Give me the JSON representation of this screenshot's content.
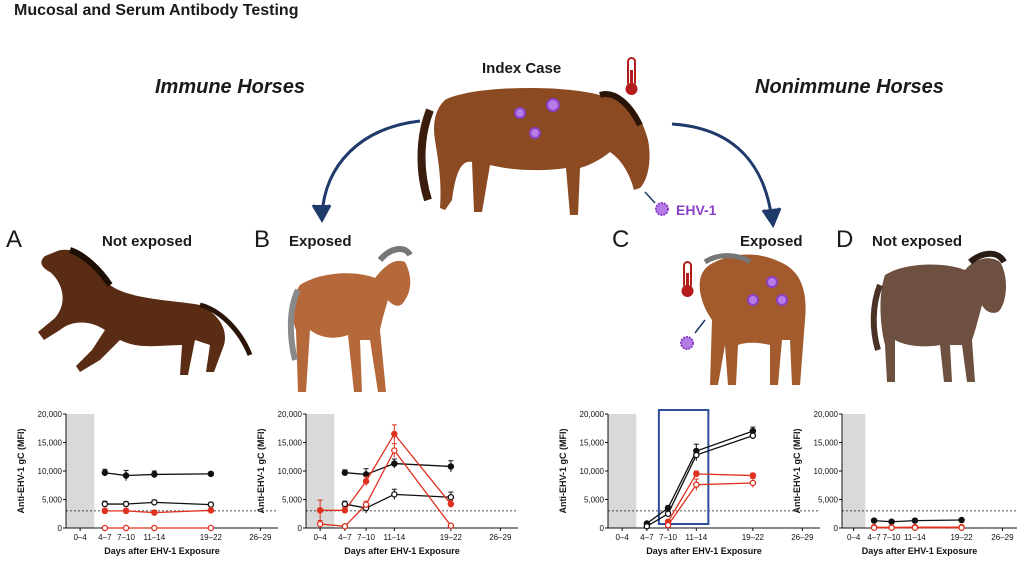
{
  "title": "Mucosal and Serum Antibody Testing",
  "groups": {
    "immune": "Immune Horses",
    "nonimmune": "Nonimmune Horses"
  },
  "index_case": "Index Case",
  "virus": "EHV-1",
  "panels": [
    {
      "letter": "A",
      "label": "Not exposed"
    },
    {
      "letter": "B",
      "label": "Exposed"
    },
    {
      "letter": "C",
      "label": "Exposed"
    },
    {
      "letter": "D",
      "label": "Not exposed"
    }
  ],
  "icons": [
    "thermometer-icon",
    "virus-icon",
    "horse-icon",
    "arrow-icon"
  ],
  "colors": {
    "black_series": "#111111",
    "red_series": "#e0301e",
    "box": "#2e4f9e",
    "shade": "#d9d9d9",
    "arrow": "#1f3a6b",
    "virus": "#b57ce6"
  },
  "chart_data": [
    {
      "panel": "A",
      "type": "line",
      "categories": [
        "0–4",
        "4–7",
        "7–10",
        "11–14",
        "19–22",
        "26–29"
      ],
      "xlabel": "Days after EHV-1 Exposure",
      "ylabel": "Anti-EHV-1 gC (MFI)",
      "yticks": [
        "0",
        "5,000",
        "10,000",
        "15,000",
        "20,000"
      ],
      "ylim": [
        0,
        20000
      ],
      "threshold": 3000,
      "shaded": "0–4",
      "series": [
        {
          "x": [
            5.5,
            8.5,
            12.5,
            20.5
          ],
          "values": [
            9700,
            9200,
            9400,
            9500
          ],
          "color": "#111111",
          "marker": "filled",
          "err": [
            600,
            900,
            600,
            0
          ]
        },
        {
          "x": [
            5.5,
            8.5,
            12.5,
            20.5
          ],
          "values": [
            4200,
            4200,
            4500,
            4100
          ],
          "color": "#111111",
          "marker": "open",
          "err": [
            500,
            400,
            400,
            400
          ]
        },
        {
          "x": [
            5.5,
            8.5,
            12.5,
            20.5
          ],
          "values": [
            3000,
            3000,
            2700,
            3100
          ],
          "color": "#e0301e",
          "marker": "filled",
          "err": [
            400,
            400,
            400,
            0
          ]
        },
        {
          "x": [
            5.5,
            8.5,
            12.5,
            20.5
          ],
          "values": [
            0,
            0,
            0,
            0
          ],
          "color": "#e0301e",
          "marker": "open",
          "err": [
            0,
            0,
            0,
            0
          ]
        }
      ]
    },
    {
      "panel": "B",
      "type": "line",
      "categories": [
        "0–4",
        "4–7",
        "7–10",
        "11–14",
        "19–22",
        "26–29"
      ],
      "xlabel": "Days after EHV-1 Exposure",
      "ylabel": "Anti-EHV-1 gC (MFI)",
      "yticks": [
        "0",
        "5,000",
        "10,000",
        "15,000",
        "20,000"
      ],
      "ylim": [
        0,
        20000
      ],
      "threshold": 3000,
      "shaded": "0–4",
      "series": [
        {
          "x": [
            5.5,
            8.5,
            12.5,
            20.5
          ],
          "values": [
            9700,
            9400,
            11300,
            10800
          ],
          "color": "#111111",
          "marker": "filled",
          "err": [
            500,
            1000,
            800,
            1000
          ]
        },
        {
          "x": [
            5.5,
            8.5,
            12.5,
            20.5
          ],
          "values": [
            4200,
            3500,
            5900,
            5400
          ],
          "color": "#111111",
          "marker": "open",
          "err": [
            500,
            900,
            900,
            900
          ]
        },
        {
          "x": [
            2,
            5.5,
            8.5,
            12.5,
            20.5
          ],
          "values": [
            3100,
            3100,
            8200,
            16500,
            4200
          ],
          "color": "#e0301e",
          "marker": "filled",
          "err": [
            1800,
            500,
            800,
            1600,
            600
          ]
        },
        {
          "x": [
            2,
            5.5,
            8.5,
            12.5,
            20.5
          ],
          "values": [
            700,
            300,
            4100,
            13600,
            400
          ],
          "color": "#e0301e",
          "marker": "open",
          "err": [
            600,
            200,
            600,
            1200,
            200
          ]
        }
      ]
    },
    {
      "panel": "C",
      "type": "line",
      "categories": [
        "0–4",
        "4–7",
        "7–10",
        "11–14",
        "19–22",
        "26–29"
      ],
      "xlabel": "Days after EHV-1 Exposure",
      "ylabel": "Anti-EHV-1 gC (MFI)",
      "yticks": [
        "0",
        "5,000",
        "10,000",
        "15,000",
        "20,000"
      ],
      "ylim": [
        0,
        20000
      ],
      "threshold": 3000,
      "shaded": "0–4",
      "highlight": "7–10 to 11–14",
      "series": [
        {
          "x": [
            5.5,
            8.5,
            12.5,
            20.5
          ],
          "values": [
            800,
            3500,
            13500,
            17000
          ],
          "color": "#111111",
          "marker": "filled",
          "err": [
            200,
            400,
            1200,
            700
          ]
        },
        {
          "x": [
            5.5,
            8.5,
            12.5,
            20.5
          ],
          "values": [
            300,
            2500,
            12800,
            16200
          ],
          "color": "#111111",
          "marker": "open",
          "err": [
            100,
            400,
            1000,
            600
          ]
        },
        {
          "x": [
            8.5,
            12.5,
            20.5
          ],
          "values": [
            1100,
            9500,
            9200
          ],
          "color": "#e0301e",
          "marker": "filled",
          "err": [
            200,
            500,
            400
          ]
        },
        {
          "x": [
            8.5,
            12.5,
            20.5
          ],
          "values": [
            500,
            7600,
            7900
          ],
          "color": "#e0301e",
          "marker": "open",
          "err": [
            200,
            1000,
            800
          ]
        }
      ]
    },
    {
      "panel": "D",
      "type": "line",
      "categories": [
        "0–4",
        "4–7",
        "7–10",
        "11–14",
        "19–22",
        "26–29"
      ],
      "xlabel": "Days after EHV-1 Exposure",
      "ylabel": "Anti-EHV-1 gC (MFI)",
      "yticks": [
        "0",
        "5,000",
        "10,000",
        "15,000",
        "20,000"
      ],
      "ylim": [
        0,
        20000
      ],
      "threshold": 3000,
      "shaded": "0–4",
      "series": [
        {
          "x": [
            5.5,
            8.5,
            12.5,
            20.5
          ],
          "values": [
            1300,
            1100,
            1300,
            1400
          ],
          "color": "#111111",
          "marker": "filled",
          "err": [
            0,
            0,
            0,
            0
          ]
        },
        {
          "x": [
            5.5,
            8.5,
            12.5,
            20.5
          ],
          "values": [
            150,
            100,
            150,
            150
          ],
          "color": "#e0301e",
          "marker": "filled",
          "err": [
            0,
            0,
            0,
            0
          ]
        },
        {
          "x": [
            5.5,
            8.5,
            12.5,
            20.5
          ],
          "values": [
            50,
            50,
            50,
            50
          ],
          "color": "#e0301e",
          "marker": "open",
          "err": [
            0,
            0,
            0,
            0
          ]
        }
      ]
    }
  ]
}
